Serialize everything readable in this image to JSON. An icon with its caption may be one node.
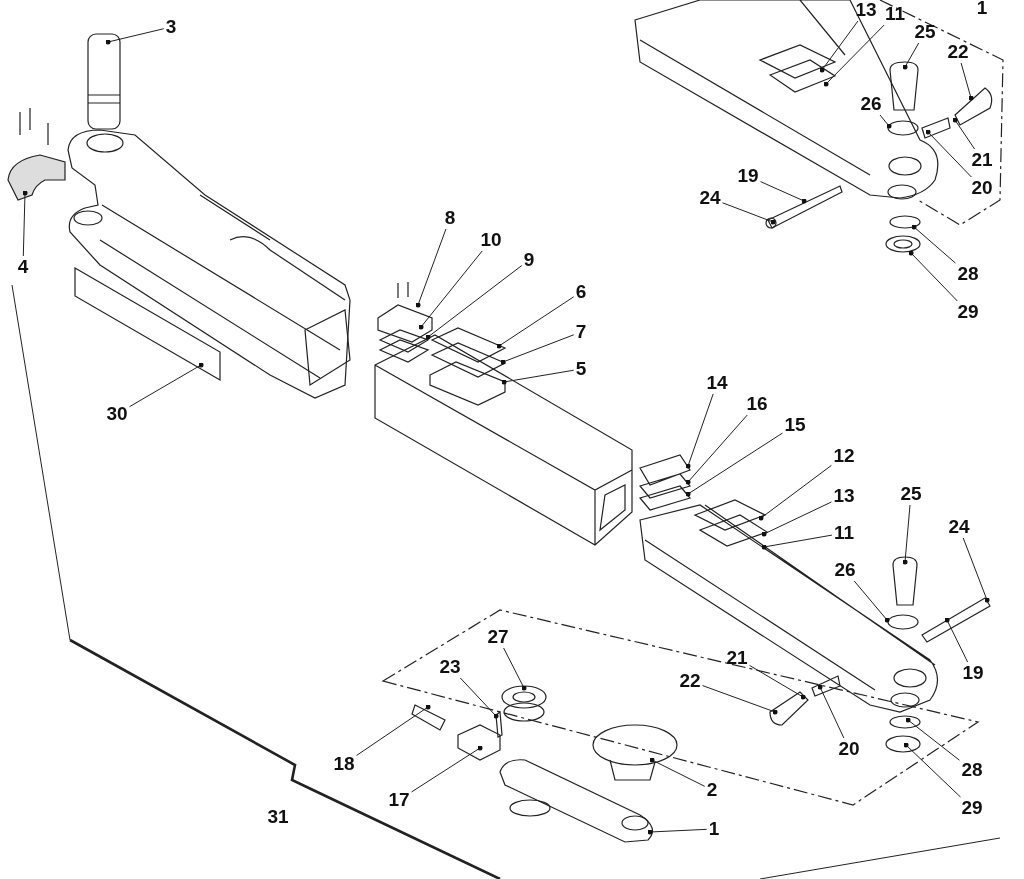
{
  "diagram": {
    "nodes": [
      {
        "text": [
          "13"
        ]
      },
      {
        "text": [
          "11"
        ]
      },
      {
        "text": [
          "3"
        ]
      },
      {
        "text": [
          "25"
        ]
      },
      {
        "text": [
          "22"
        ]
      },
      {
        "text": [
          "26"
        ]
      },
      {
        "text": [
          "21"
        ]
      },
      {
        "text": [
          "19"
        ]
      },
      {
        "text": [
          "20"
        ]
      },
      {
        "text": [
          "24"
        ]
      },
      {
        "text": [
          "8"
        ]
      },
      {
        "text": [
          "10"
        ]
      },
      {
        "text": [
          "9"
        ]
      },
      {
        "text": [
          "4"
        ]
      },
      {
        "text": [
          "28"
        ]
      },
      {
        "text": [
          "6"
        ]
      },
      {
        "text": [
          "29"
        ]
      },
      {
        "text": [
          "7"
        ]
      },
      {
        "text": [
          "5"
        ]
      },
      {
        "text": [
          "30"
        ]
      },
      {
        "text": [
          "14"
        ]
      },
      {
        "text": [
          "16"
        ]
      },
      {
        "text": [
          "15"
        ]
      },
      {
        "text": [
          "12"
        ]
      },
      {
        "text": [
          "25"
        ]
      },
      {
        "text": [
          "13"
        ]
      },
      {
        "text": [
          "24"
        ]
      },
      {
        "text": [
          "11"
        ]
      },
      {
        "text": [
          "26"
        ]
      },
      {
        "text": [
          "27"
        ]
      },
      {
        "text": [
          "21"
        ]
      },
      {
        "text": [
          "23"
        ]
      },
      {
        "text": [
          "19"
        ]
      },
      {
        "text": [
          "22"
        ]
      },
      {
        "text": [
          "20"
        ]
      },
      {
        "text": [
          "18"
        ]
      },
      {
        "text": [
          "28"
        ]
      },
      {
        "text": [
          "2"
        ]
      },
      {
        "text": [
          "17"
        ]
      },
      {
        "text": [
          "29"
        ]
      },
      {
        "text": [
          "1"
        ]
      }
    ],
    "edges": [
      {
        "from": 0,
        "to": null,
        "arrow": "other"
      },
      {
        "from": 1,
        "to": null,
        "arrow": "other"
      },
      {
        "from": 2,
        "to": null,
        "arrow": "other"
      },
      {
        "from": 3,
        "to": null,
        "arrow": "other"
      },
      {
        "from": 4,
        "to": null,
        "arrow": "other"
      },
      {
        "from": 5,
        "to": null,
        "arrow": "other"
      },
      {
        "from": 6,
        "to": null,
        "arrow": "other"
      },
      {
        "from": 7,
        "to": null,
        "arrow": "other"
      },
      {
        "from": 8,
        "to": null,
        "arrow": "other"
      },
      {
        "from": 9,
        "to": null,
        "arrow": "other"
      },
      {
        "from": 10,
        "to": null,
        "arrow": "other"
      },
      {
        "from": 11,
        "to": null,
        "arrow": "other"
      },
      {
        "from": 12,
        "to": null,
        "arrow": "other"
      },
      {
        "from": 13,
        "to": null,
        "arrow": "other"
      },
      {
        "from": 14,
        "to": null,
        "arrow": "other"
      },
      {
        "from": 15,
        "to": null,
        "arrow": "other"
      },
      {
        "from": 16,
        "to": null,
        "arrow": "other"
      },
      {
        "from": 17,
        "to": null,
        "arrow": "other"
      },
      {
        "from": 18,
        "to": null,
        "arrow": "other"
      },
      {
        "from": 19,
        "to": null,
        "arrow": "other"
      },
      {
        "from": 20,
        "to": null,
        "arrow": "other"
      },
      {
        "from": 21,
        "to": null,
        "arrow": "other"
      },
      {
        "from": 22,
        "to": null,
        "arrow": "other"
      },
      {
        "from": 23,
        "to": null,
        "arrow": "other"
      },
      {
        "from": 24,
        "to": null,
        "arrow": "other"
      },
      {
        "from": 25,
        "to": null,
        "arrow": "other"
      },
      {
        "from": 26,
        "to": null,
        "arrow": "other"
      },
      {
        "from": 27,
        "to": null,
        "arrow": "other"
      },
      {
        "from": 28,
        "to": null,
        "arrow": "other"
      },
      {
        "from": 29,
        "to": null,
        "arrow": "other"
      },
      {
        "from": 30,
        "to": null,
        "arrow": "other"
      },
      {
        "from": 31,
        "to": null,
        "arrow": "other"
      },
      {
        "from": 32,
        "to": null,
        "arrow": "other"
      },
      {
        "from": 33,
        "to": null,
        "arrow": "other"
      },
      {
        "from": 34,
        "to": null,
        "arrow": "other"
      },
      {
        "from": 35,
        "to": null,
        "arrow": "other"
      },
      {
        "from": 36,
        "to": null,
        "arrow": "other"
      },
      {
        "from": 37,
        "to": null,
        "arrow": "other"
      },
      {
        "from": 38,
        "to": null,
        "arrow": "other"
      },
      {
        "from": 39,
        "to": null,
        "arrow": "other"
      },
      {
        "from": 40,
        "to": null,
        "arrow": "other"
      }
    ],
    "labels": [
      "1",
      "31"
    ]
  }
}
